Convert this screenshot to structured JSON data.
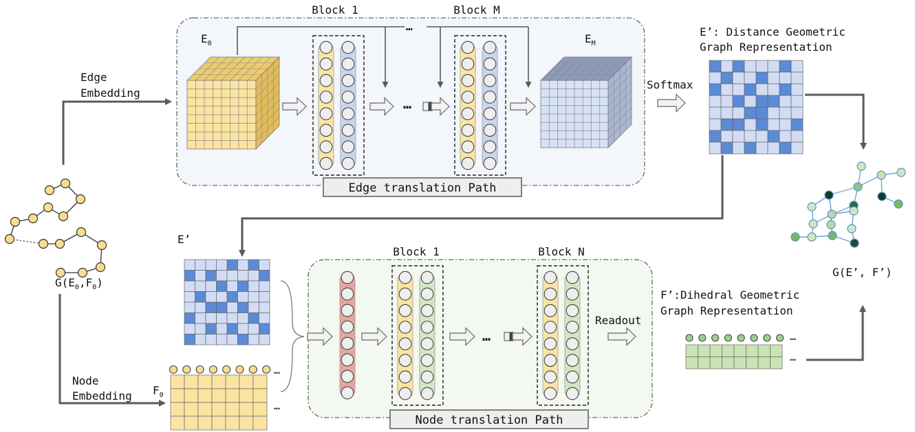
{
  "edge_path": {
    "title": "Edge translation Path",
    "block_first": "Block 1",
    "block_last": "Block M",
    "input_label": "E",
    "input_sub": "0",
    "output_label": "E",
    "output_sub": "M",
    "ellipsis": "…"
  },
  "node_path": {
    "title": "Node translation Path",
    "block_first": "Block 1",
    "block_last": "Block N",
    "ellipsis": "…"
  },
  "inputs": {
    "edge_embedding_line1": "Edge",
    "edge_embedding_line2": "Embedding",
    "node_embedding_line1": "Node",
    "node_embedding_line2": "Embedding",
    "graph_label_pre": "G(E",
    "graph_sub1": "0",
    "graph_mid": ",F",
    "graph_sub2": "0",
    "graph_post": ")",
    "node_feature_label": "F",
    "node_feature_sub": "0",
    "e_prime_label": "E’"
  },
  "outputs": {
    "softmax": "Softmax",
    "readout": "Readout",
    "distance_line1": "E’: Distance Geometric",
    "distance_line2": "Graph Representation",
    "dihedral_line1": "F’:Dihedral Geometric",
    "dihedral_line2": "Graph Representation",
    "final_graph": "G(E’, F’)",
    "dots": "…"
  },
  "colors": {
    "yellow_fill": "#fbe3a1",
    "yellow_dark": "#e3bf5c",
    "blue_fill": "#cfdaf4",
    "blue_dark": "#5b8ad6",
    "green_fill": "#c9e3b5",
    "green_dark": "#6ea957",
    "red_fill": "#e8a09c",
    "panel_blue": "#f3f6fb",
    "panel_green": "#f3f8f0",
    "arrow_gray": "#5a5a5a"
  }
}
